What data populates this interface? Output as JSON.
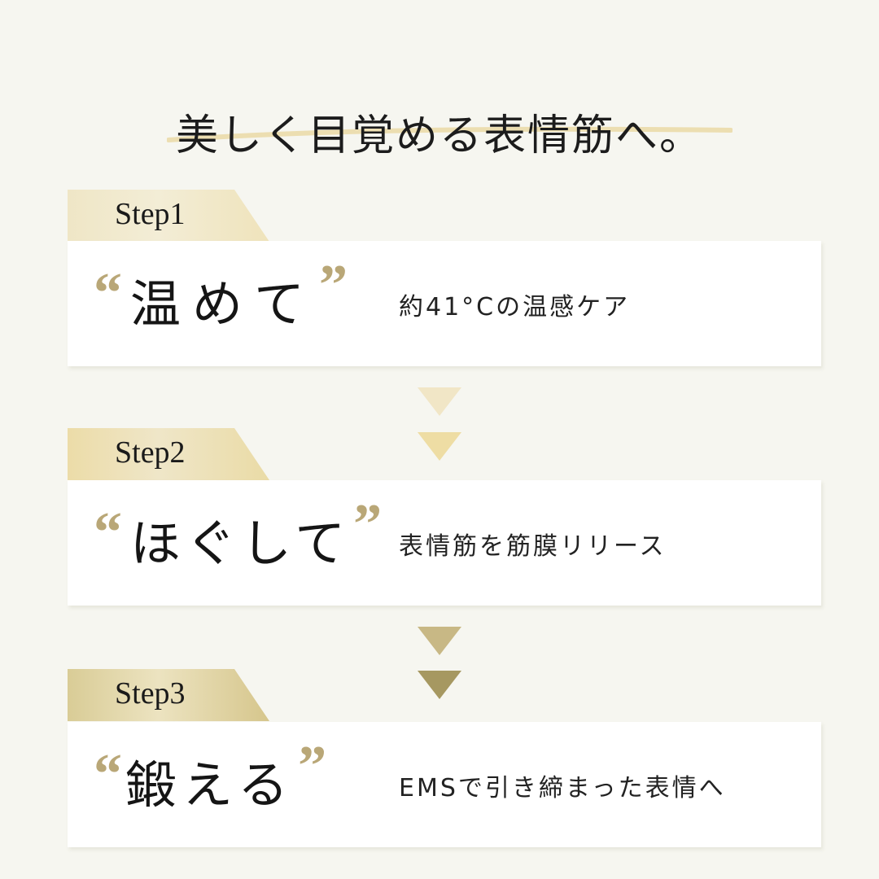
{
  "headline": "美しく目覚める表情筋へ。",
  "colors": {
    "background": "#f6f6f0",
    "quote_gold": "#b9a777",
    "underline": "#ebdcaa",
    "arrow1_top": "#f1e6c6",
    "arrow1_bottom": "#eedda4",
    "arrow2_top": "#c8b885",
    "arrow2_bottom": "#a69861"
  },
  "steps": [
    {
      "label": "Step1",
      "open_quote": "“",
      "word": "温めて",
      "close_quote": "”",
      "description": "約41°Cの温感ケア"
    },
    {
      "label": "Step2",
      "open_quote": "“",
      "word": "ほぐして",
      "close_quote": "”",
      "description": "表情筋を筋膜リリース"
    },
    {
      "label": "Step3",
      "open_quote": "“",
      "word": "鍛える",
      "close_quote": "”",
      "description": "EMSで引き締まった表情へ"
    }
  ],
  "arrows": [
    {
      "icon": "down-triangle-icon",
      "color": "#f1e6c6"
    },
    {
      "icon": "down-triangle-icon",
      "color": "#eedda4"
    },
    {
      "icon": "down-triangle-icon",
      "color": "#c8b885"
    },
    {
      "icon": "down-triangle-icon",
      "color": "#a69861"
    }
  ]
}
